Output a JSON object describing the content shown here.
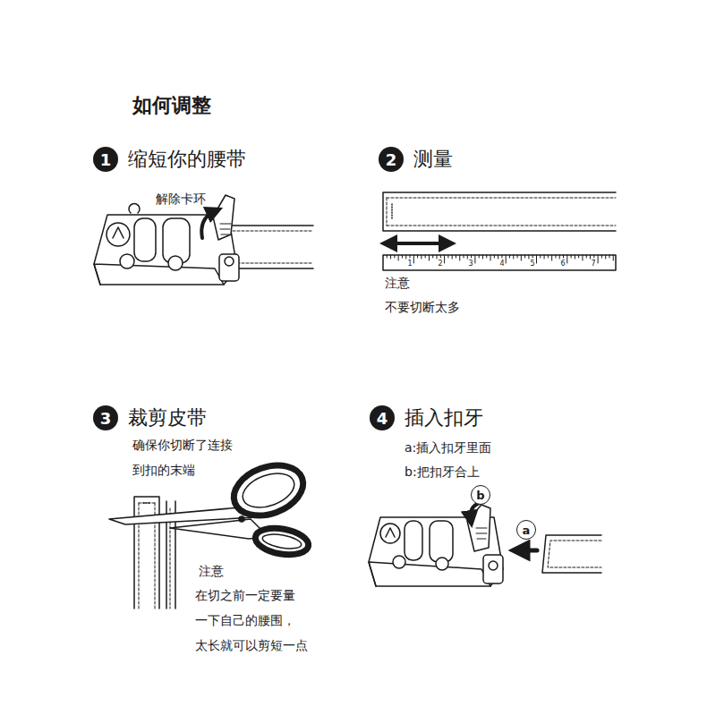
{
  "diagram": {
    "title": "如何调整",
    "nodes": [
      {
        "text": [
          "1"
        ]
      },
      {
        "text": [
          "2"
        ]
      },
      {
        "text": [
          "3"
        ]
      },
      {
        "text": [
          "4"
        ]
      },
      {
        "text": [
          "b"
        ]
      },
      {
        "text": [
          "a"
        ]
      }
    ],
    "labels": [
      "缩短你的腰带",
      "解除卡环",
      "测量",
      "1",
      "2",
      "3",
      "4",
      "5",
      "6",
      "7",
      "注意",
      "不要切断太多",
      "裁剪皮带",
      "确保你切断了连接",
      "到扣的末端",
      "注意",
      "在切之前一定要量",
      "一下自己的腰围，",
      "太长就可以剪短一点",
      "插入扣牙",
      "a:插入扣牙里面",
      "b:把扣牙合上"
    ]
  }
}
